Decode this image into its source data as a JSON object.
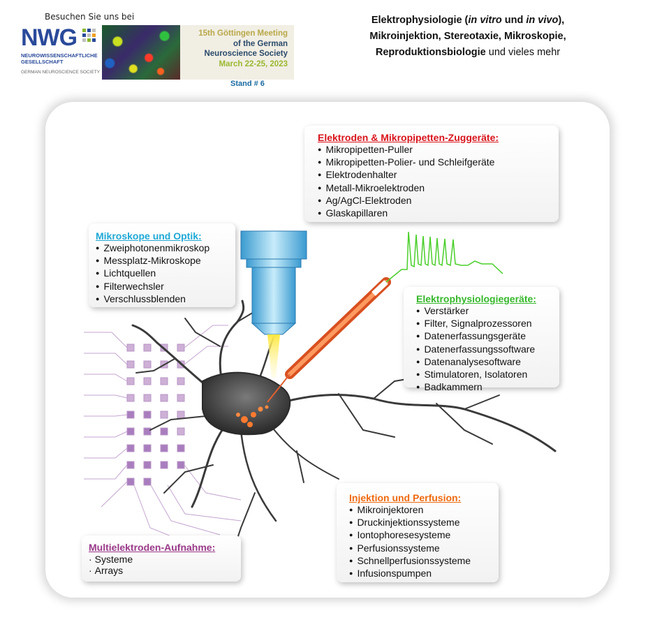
{
  "header": {
    "visit_text": "Besuchen Sie uns bei",
    "nwg_logo": "NWG",
    "nwg_subtitle_line1": "NeuroWissenschaftliche",
    "nwg_subtitle_line2": "Gesellschaft",
    "nwg_english": "German Neuroscience Society",
    "meeting_line1": "15th Göttingen Meeting",
    "meeting_line2": "of the German",
    "meeting_line3": "Neuroscience Society",
    "meeting_line4": "March 22-25, 2023",
    "stand": "Stand # 6",
    "headline_line1_a": "Elektrophysiologie  (",
    "headline_line1_b": "in vitro",
    "headline_line1_c": " und ",
    "headline_line1_d": "in vivo",
    "headline_line1_e": "),",
    "headline_line2": "Mikroinjektion, Stereotaxie, Mikroskopie,",
    "headline_line3_bold": "Reproduktionsbiologie",
    "headline_line3_rest": " und vieles mehr"
  },
  "colors": {
    "electrodes": "#d9141c",
    "microscopes": "#1fa9d6",
    "ephys": "#35b82a",
    "injection": "#ef6a10",
    "multielectrode": "#9a3a8a",
    "nwg_blue": "#2a4a9a"
  },
  "cards": {
    "electrodes": {
      "title": "Elektroden & Mikropipetten-Zuggeräte:",
      "items": [
        "Mikropipetten-Puller",
        "Mikropipetten-Polier- und Schleifgeräte",
        "Elektrodenhalter",
        "Metall-Mikroelektroden",
        "Ag/AgCl-Elektroden",
        "Glaskapillaren"
      ]
    },
    "microscopes": {
      "title": "Mikroskope und Optik:",
      "items": [
        "Zweiphotonenmikroskop",
        "Messplatz-Mikroskope",
        "Lichtquellen",
        "Filterwechsler",
        "Verschlussblenden"
      ]
    },
    "ephys": {
      "title": "Elektrophysiologiegeräte:",
      "items": [
        "Verstärker",
        "Filter, Signalprozessoren",
        "Datenerfassungsgeräte",
        "Datenerfassungssoftware",
        "Datenanalysesoftware",
        "Stimulatoren, Isolatoren",
        "Badkammern"
      ]
    },
    "injection": {
      "title": "Injektion und  Perfusion:",
      "items": [
        "Mikroinjektoren",
        "Druckinjektionssysteme",
        "Iontophoresesysteme",
        "Perfusionssysteme",
        "Schnellperfusionssysteme",
        "Infusionspumpen"
      ]
    },
    "multielectrode": {
      "title": "Multielektroden-Aufnahme:",
      "items": [
        "Systeme",
        "Arrays"
      ]
    }
  },
  "illustration": {
    "objective_icon": "microscope-objective-icon",
    "electrode_icon": "electrode-pipette-icon",
    "neuron_icon": "neuron-icon",
    "spike_trace_icon": "action-potential-trace-icon",
    "mea_icon": "multielectrode-array-icon"
  }
}
